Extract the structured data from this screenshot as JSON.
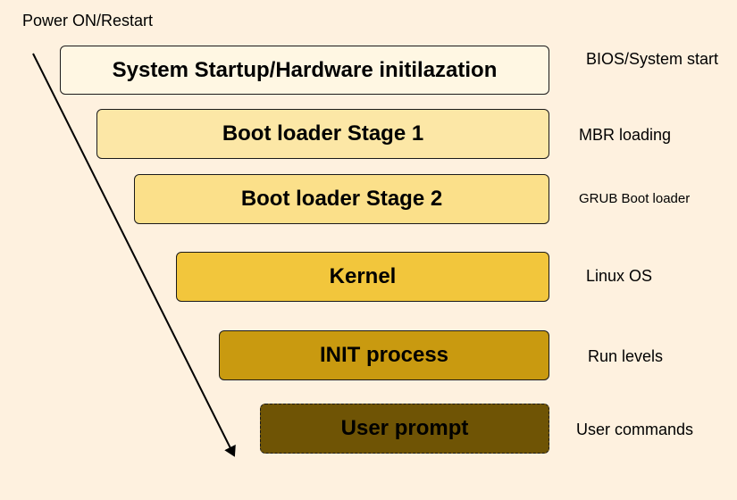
{
  "diagram": {
    "start_label": "Power ON/Restart",
    "stages": [
      {
        "label": "System Startup/Hardware initilazation",
        "side": "BIOS/System start",
        "fill": "#fff7e3"
      },
      {
        "label": "Boot loader Stage 1",
        "side": "MBR loading",
        "fill": "#fce7a6"
      },
      {
        "label": "Boot loader Stage 2",
        "side": "GRUB Boot loader",
        "fill": "#fbe08a"
      },
      {
        "label": "Kernel",
        "side": "Linux OS",
        "fill": "#f2c63c"
      },
      {
        "label": "INIT process",
        "side": "Run levels",
        "fill": "#c99a10"
      },
      {
        "label": "User prompt",
        "side": "User commands",
        "fill": "#6f5405",
        "border": "dashed"
      }
    ],
    "colors": {
      "background": "#fef1df",
      "arrow": "#000000"
    },
    "arrow": "down-right-arrow"
  }
}
